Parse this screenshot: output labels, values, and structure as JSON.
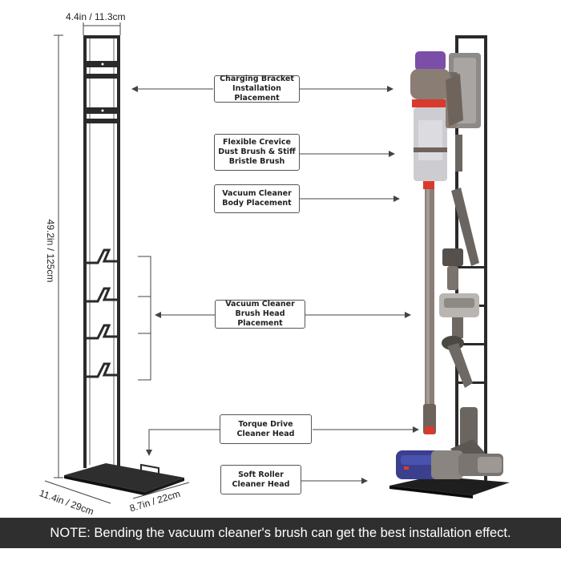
{
  "dimensions": {
    "width": "4.4in / 11.3cm",
    "height": "49.2in / 125cm",
    "depth": "11.4in / 29cm",
    "base_width": "8.7in / 22cm"
  },
  "labels": {
    "charging_bracket": [
      "Charging Bracket",
      "Installation Placement"
    ],
    "crevice_brush": [
      "Flexible Crevice",
      "Dust Brush & Stiff",
      "Bristle Brush"
    ],
    "body": [
      "Vacuum Cleaner",
      "Body Placement"
    ],
    "brush_head": [
      "Vacuum Cleaner",
      "Brush Head Placement"
    ],
    "torque_drive": [
      "Torque Drive",
      "Cleaner Head"
    ],
    "soft_roller": [
      "Soft Roller",
      "Cleaner Head"
    ]
  },
  "note": "NOTE: Bending the vacuum cleaner's brush can get the best installation effect.",
  "colors": {
    "frame": "#2a2a2a",
    "vacuum_body": "#7a6e68",
    "vacuum_top": "#7b4fa8",
    "vacuum_accent": "#d93a2e",
    "note_bg": "#2f2f2f"
  }
}
